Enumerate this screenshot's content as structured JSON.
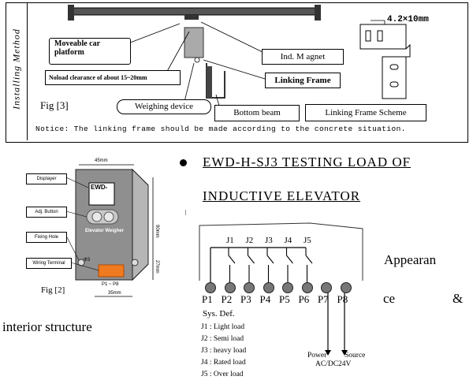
{
  "install": {
    "vertical_title": "Installing Method",
    "fig_label": "Fig [3]",
    "moveable_car": [
      "Moveable car",
      "platform"
    ],
    "noload": "Noload clearance of about 15~20mm",
    "weighing_device": "Weighing device",
    "ind_magnet": "Ind. M agnet",
    "linking_frame": "Linking Frame",
    "bottom_beam": "Bottom beam",
    "linking_scheme": "Linking Frame Scheme",
    "dimension": "4.2×10mm",
    "notice": "Notice: The linking frame should be made according to the concrete situation."
  },
  "device": {
    "width_dim": "45mm",
    "height_dim": "90mm",
    "terminal_dim": "27mm",
    "bottom_dim": "35mm",
    "displayer": "Displayer",
    "adj_button": "Adj. Button",
    "fixing_hole": "Fixing Hole",
    "wiring_terminal": "Wiring Terminal",
    "display_text": "EWD-",
    "brand": "Elevator Weigher",
    "terminal_label": "P1 ~ P8",
    "fig_label": "Fig [2]",
    "dim_small": "Φ3"
  },
  "testing": {
    "heading_line1": "EWD-H-SJ3 TESTING LOAD OF",
    "heading_line2": "INDUCTIVE ELEVATOR",
    "switches": [
      "J1",
      "J2",
      "J3",
      "J4",
      "J5"
    ],
    "pins": [
      "P1",
      "P2",
      "P3",
      "P4",
      "P5",
      "P6",
      "P7",
      "P8"
    ],
    "sys_def": "Sys. Def.",
    "defs": [
      "J1 : Light load",
      "J2 : Semi load",
      "J3 : heavy load",
      "J4 : Rated load",
      "J5 : Over load"
    ],
    "power": "Power",
    "source": "Source",
    "supply": "AC/DC24V"
  },
  "body_text": {
    "appearance": "Appearan",
    "ce": "ce",
    "amp": "&",
    "interior": "interior structure"
  }
}
